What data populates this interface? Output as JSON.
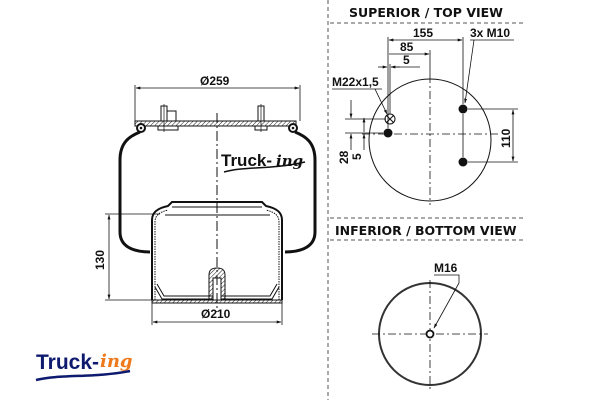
{
  "headings": {
    "top_view": "SUPERIOR / TOP VIEW",
    "bottom_view": "INFERIOR / BOTTOM VIEW"
  },
  "side_view": {
    "top_diameter": "Ø259",
    "bottom_diameter": "Ø210",
    "height": "130"
  },
  "top_view": {
    "dim_155": "155",
    "dim_85": "85",
    "dim_5_horizontal": "5",
    "bolt_label": "3x M10",
    "air_inlet_label": "M22x1,5",
    "dim_28": "28",
    "dim_5_vertical": "5",
    "dim_110": "110"
  },
  "bottom_view": {
    "thread_label": "M16"
  },
  "logo": {
    "main": "Truck-",
    "tail": "ing",
    "colors": {
      "main": "#0d1a6e",
      "tail": "#ee7a1d"
    }
  },
  "watermark": {
    "main": "Truck-",
    "tail": "ing"
  }
}
